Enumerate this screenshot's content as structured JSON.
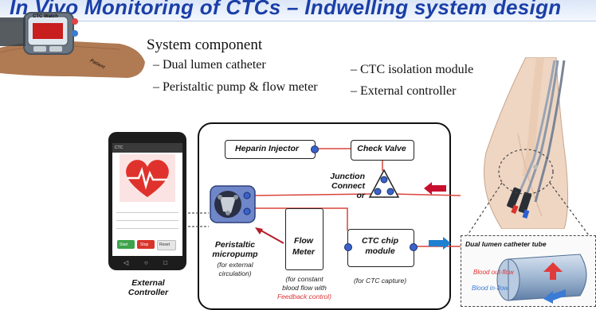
{
  "title": "In Vivo Monitoring of CTCs – Indwelling system design",
  "watch": {
    "label": "CTC Watch",
    "patient_label": "Patient"
  },
  "system": {
    "heading": "System component",
    "left_items": [
      "Dual lumen catheter",
      "Peristaltic pump & flow meter"
    ],
    "right_items": [
      "CTC isolation module",
      "External controller"
    ]
  },
  "components": {
    "heparin": "Heparin Injector",
    "check_valve": "Check Valve",
    "junction": [
      "Junction",
      "Connect",
      "or"
    ],
    "pump": [
      "Peristaltic",
      "micropump"
    ],
    "pump_note": [
      "(for external",
      "circulation)"
    ],
    "flow_meter": [
      "Flow",
      "Meter"
    ],
    "flow_note": [
      "(for constant",
      "blood flow with"
    ],
    "flow_note_red": "Feedback control)",
    "ctc_chip": [
      "CTC chip",
      "module"
    ],
    "ctc_note": "(for CTC capture)",
    "controller": [
      "External",
      "Controller"
    ]
  },
  "catheter": {
    "tube_label": "Dual lumen catheter tube",
    "out_flow": "Blood out-flow",
    "in_flow": "Blood in-flow"
  },
  "phone": {
    "app_name": "CTC",
    "buttons": [
      "Start",
      "Stop",
      "Reset"
    ],
    "colors": {
      "heart": "#e0322c",
      "start": "#3da34a",
      "stop": "#d9342b"
    }
  },
  "colors": {
    "title": "#1b3fa8",
    "tube_red": "#d9453b",
    "flow_arrow_red": "#c8102e",
    "flow_arrow_blue": "#1f7fd0",
    "port_blue": "#3a62c9"
  }
}
